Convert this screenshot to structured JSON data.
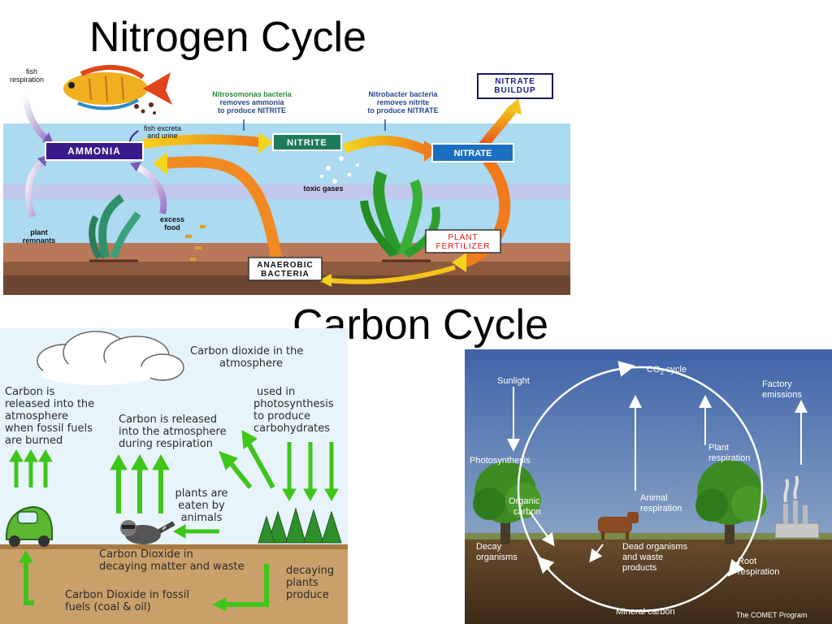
{
  "slide": {
    "title_nitrogen": "Nitrogen Cycle",
    "title_carbon": "Carbon Cycle"
  },
  "nitrogen": {
    "fish_respiration": [
      "fish",
      "respiration"
    ],
    "nitrosomonas": [
      "Nitrosomonas bacteria",
      "removes ammonia",
      "to produce NITRITE"
    ],
    "nitrobacter": [
      "Nitrobacter bacteria",
      "removes nitrite",
      "to produce NITRATE"
    ],
    "nitrate_buildup": [
      "NITRATE",
      "BUILDUP"
    ],
    "fish_excreta": [
      "fish excreta",
      "and urine"
    ],
    "ammonia": "AMMONIA",
    "nitrite": "NITRITE",
    "nitrate": "NITRATE",
    "toxic_gases": "toxic gases",
    "excess_food": [
      "excess",
      "food"
    ],
    "plant_remnants": [
      "plant",
      "remnants"
    ],
    "plant_fertilizer": [
      "PLANT",
      "FERTILIZER"
    ],
    "anaerobic_bacteria": [
      "ANAEROBIC",
      "BACTERIA"
    ],
    "colors": {
      "ammonia_box": "#3a1a8a",
      "nitrite_box": "#1f7a5a",
      "nitrate_box": "#1c6fc0",
      "water": "#a9d8ef",
      "arrow_orange": "#f08a1c",
      "arrow_yellow": "#f5d21a"
    }
  },
  "carbon_left": {
    "co2_atmosphere": [
      "Carbon dioxide in the",
      "atmosphere"
    ],
    "fossil_release": [
      "Carbon is",
      "released into the",
      "atmosphere",
      "when fossil fuels",
      "are burned"
    ],
    "respiration_release": [
      "Carbon is released",
      "into the atmosphere",
      "during respiration"
    ],
    "photosynthesis": [
      "used in",
      "photosynthesis",
      "to produce",
      "carbohydrates"
    ],
    "plants_eaten": [
      "plants are",
      "eaten by",
      "animals"
    ],
    "decaying_matter": [
      "Carbon Dioxide in",
      "decaying matter and waste"
    ],
    "fossil_fuels": [
      "Carbon Dioxide in fossil",
      "fuels (coal & oil)"
    ],
    "decaying_plants": [
      "decaying",
      "plants",
      "produce"
    ],
    "colors": {
      "arrow_green": "#3ec51a",
      "sky": "#e6f3fa",
      "soil": "#c9a06a"
    }
  },
  "carbon_right": {
    "co2_cycle": "CO",
    "co2_sub": "2",
    "co2_cycle_suffix": " cycle",
    "sunlight": "Sunlight",
    "factory_emissions": [
      "Factory",
      "emissions"
    ],
    "photosynthesis": "Photosynthesis",
    "plant_respiration": [
      "Plant",
      "respiration"
    ],
    "organic_carbon": [
      "Organic",
      "carbon"
    ],
    "animal_respiration": [
      "Animal",
      "respiration"
    ],
    "decay_organisms": [
      "Decay",
      "organisms"
    ],
    "dead_organisms": [
      "Dead organisms",
      "and waste",
      "products"
    ],
    "root_respiration": [
      "Root",
      "respiration"
    ],
    "mineral_carbon": "Mineral carbon",
    "credit": "The COMET Program",
    "colors": {
      "sky_top": "#3f63a8",
      "sky_bottom": "#9fb7cf",
      "ground": "#5d4326"
    }
  }
}
